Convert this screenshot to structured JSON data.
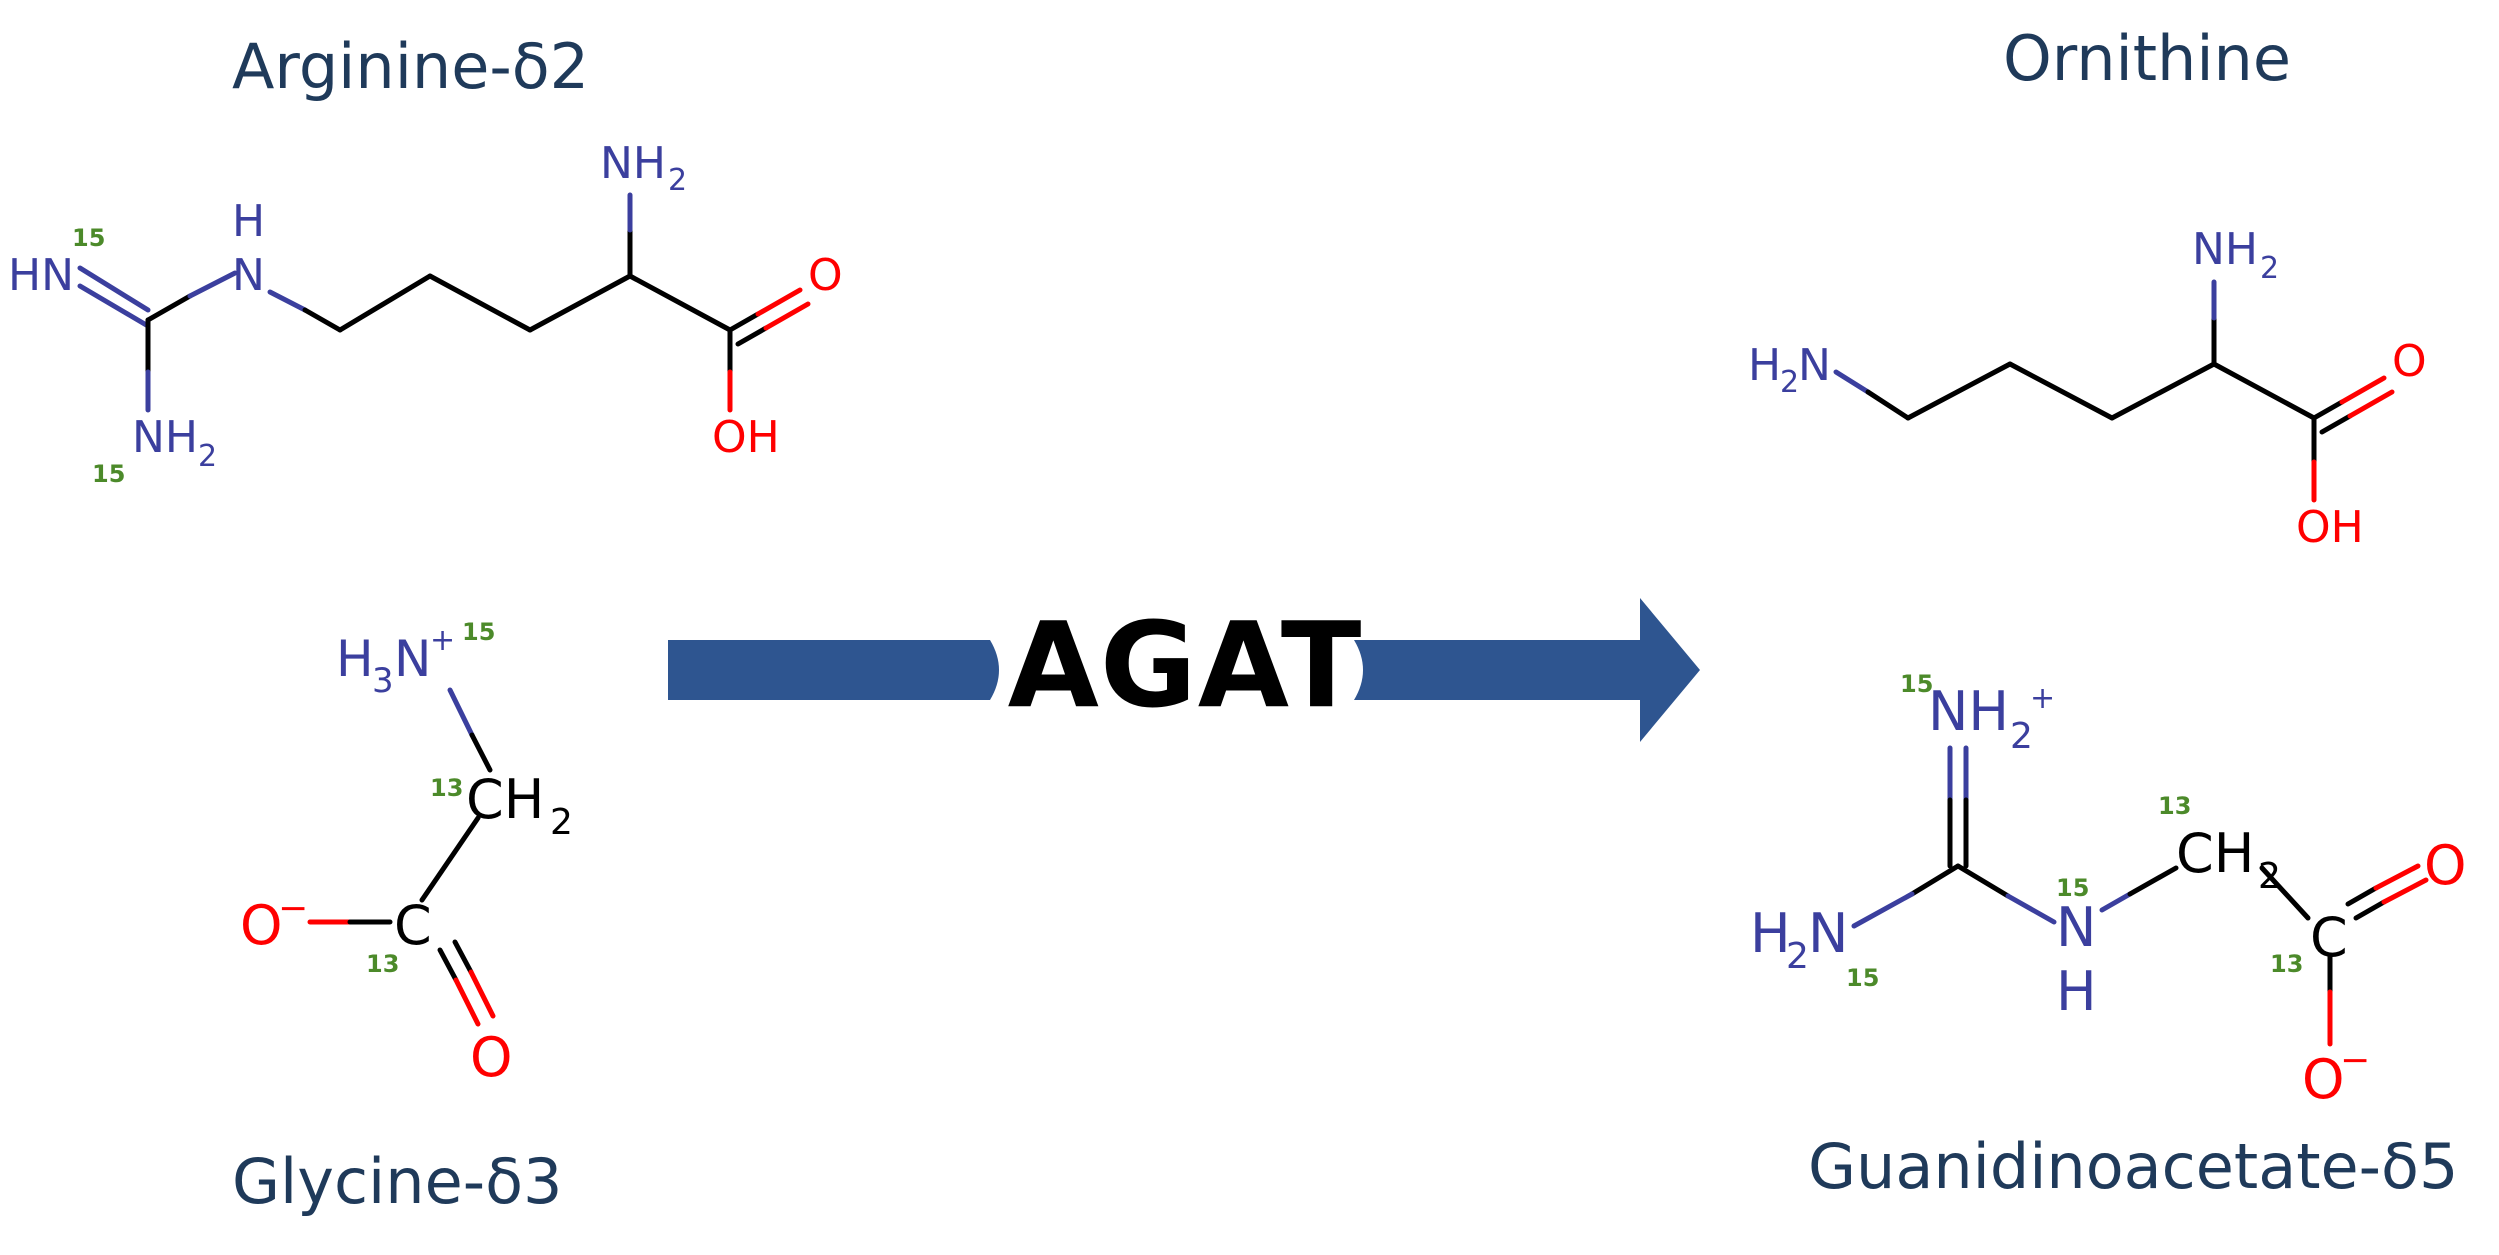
{
  "molecules": {
    "arginine": {
      "name": "Arginine-δ2",
      "labels": {
        "nh2_top": "NH",
        "nh2_top_sub": "2",
        "o": "O",
        "oh": "OH",
        "n_h": "H",
        "n": "N",
        "hn": "HN",
        "nh2_bottom": "NH",
        "nh2_bottom_sub": "2"
      },
      "isotopes": [
        "15",
        "15"
      ]
    },
    "glycine": {
      "name": "Glycine-δ3",
      "labels": {
        "h3n": "H",
        "h3n_sub": "3",
        "n": "N",
        "plus": "+",
        "c": "C",
        "ch2": "CH",
        "ch2_sub": "2",
        "o_minus": "O",
        "minus": "−",
        "o": "O"
      },
      "isotopes": [
        "15",
        "13",
        "13"
      ]
    },
    "ornithine": {
      "name": "Ornithine",
      "labels": {
        "nh2_top": "NH",
        "nh2_top_sub": "2",
        "h2n": "H",
        "h2n_sub": "2",
        "h2n_n": "N",
        "o": "O",
        "oh": "OH"
      }
    },
    "guanidinoacetate": {
      "name": "Guanidinoacetate-δ5",
      "labels": {
        "nh2_plus": "NH",
        "nh2_plus_sub": "2",
        "plus": "+",
        "h2n": "H",
        "h2n_sub": "2",
        "h2n_n": "N",
        "n": "N",
        "h": "H",
        "ch2": "CH",
        "ch2_sub": "2",
        "c": "C",
        "o": "O",
        "o_minus": "O",
        "minus": "−"
      },
      "isotopes": [
        "15",
        "15",
        "15",
        "13",
        "13"
      ]
    }
  },
  "enzyme": {
    "label": "AGAT",
    "arrow_color": "#2e5590"
  },
  "colors": {
    "nitrogen": "#3b3f9e",
    "oxygen": "#ff0000",
    "isotope": "#4c8a2a",
    "title": "#1f3a5a"
  }
}
